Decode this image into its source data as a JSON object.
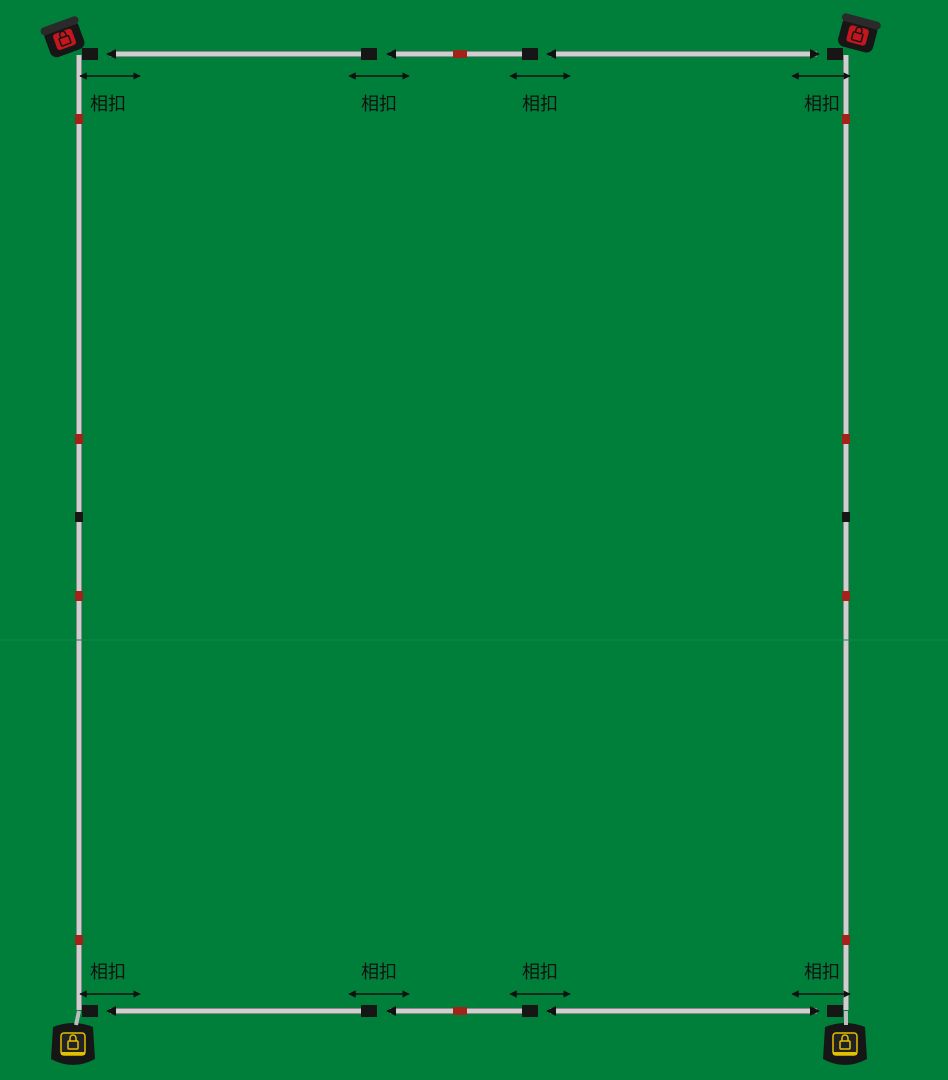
{
  "diagram": {
    "background_color": "#007f3b",
    "rod_color": "#c8c8c8",
    "rod_edge_color": "#8a8a8a",
    "joint_red_color": "#a2231a",
    "joint_black_color": "#161616",
    "arrow_color": "#111111",
    "label_color": "#111111",
    "connection_label": "相扣",
    "top_labels": [
      "相扣",
      "相扣",
      "相扣",
      "相扣"
    ],
    "bottom_labels": [
      "相扣",
      "相扣",
      "相扣",
      "相扣"
    ],
    "devices": {
      "top_left": {
        "name": "receiver",
        "accent": "#c4161c",
        "icon": "lock-icon"
      },
      "top_right": {
        "name": "receiver",
        "accent": "#c4161c",
        "icon": "lock-icon"
      },
      "bottom_left": {
        "name": "transmitter",
        "accent": "#e3c000",
        "icon": "lock-icon"
      },
      "bottom_right": {
        "name": "transmitter",
        "accent": "#e3c000",
        "icon": "lock-icon"
      }
    }
  }
}
